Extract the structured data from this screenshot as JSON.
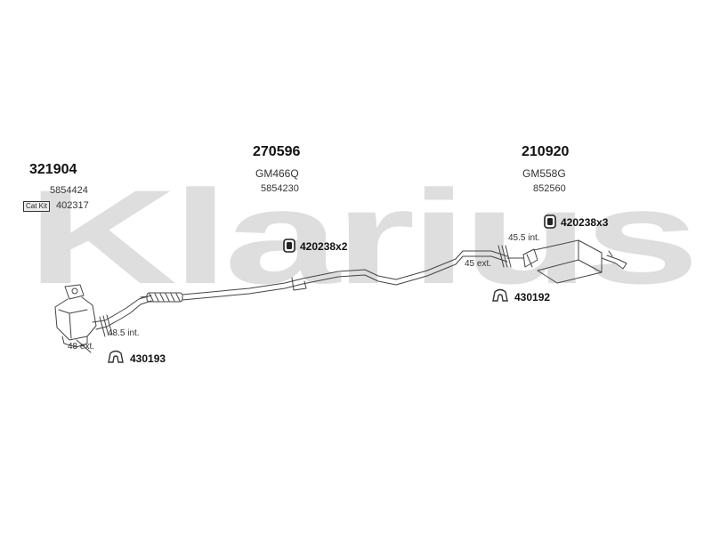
{
  "watermark": "Klarius",
  "colors": {
    "watermark": "#dcdcdc",
    "line": "#444444",
    "text": "#222222"
  },
  "parts": {
    "cat": {
      "number": "321904",
      "ref": "5854424",
      "catkit_badge": "Cat Kit",
      "catkit_ref": "402317"
    },
    "middle": {
      "number": "270596",
      "code": "GM466Q",
      "ref": "5854230"
    },
    "rear": {
      "number": "210920",
      "code": "GM558G",
      "ref": "852560"
    }
  },
  "fittings": {
    "front_ext": "48 ext.",
    "front_int": "48.5 int.",
    "rear_int": "45.5 int.",
    "rear_ext": "45 ext."
  },
  "hardware": [
    {
      "code": "430193",
      "icon": "rubber-hanger-icon"
    },
    {
      "code": "420238x2",
      "icon": "clamp-nut-icon"
    },
    {
      "code": "420238x3",
      "icon": "clamp-nut-icon"
    },
    {
      "code": "430192",
      "icon": "rubber-hanger-icon"
    }
  ]
}
